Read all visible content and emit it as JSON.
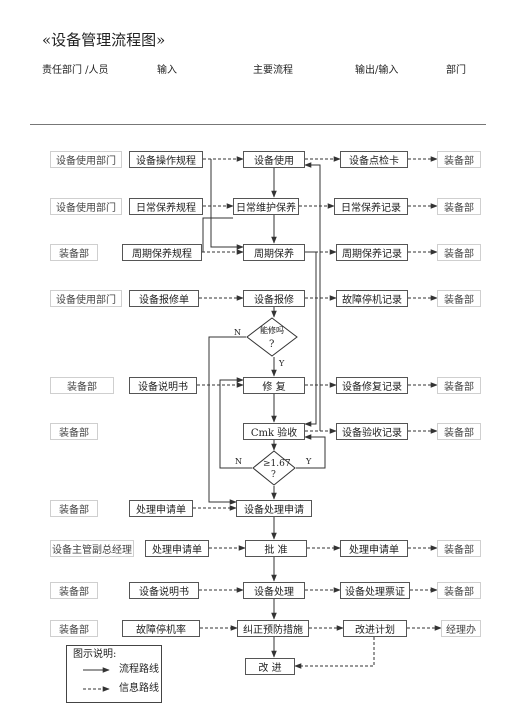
{
  "title": "«设备管理流程图»",
  "headers": {
    "responsible": "责任部门 /人员",
    "input": "输入",
    "main_process": "主要流程",
    "output_input": "输出/输入",
    "department": "部门"
  },
  "rows": [
    {
      "responsible": "设备使用部门",
      "input": "设备操作规程",
      "main": "设备使用",
      "output": "设备点检卡",
      "dept": "装备部"
    },
    {
      "responsible": "设备使用部门",
      "input": "日常保养规程",
      "main": "日常维护保养",
      "output": "日常保养记录",
      "dept": "装备部"
    },
    {
      "responsible": "装备部",
      "input": "周期保养规程",
      "main": "周期保养",
      "output": "周期保养记录",
      "dept": "装备部"
    },
    {
      "responsible": "设备使用部门",
      "input": "设备报修单",
      "main": "设备报修",
      "output": "故障停机记录",
      "dept": "装备部"
    },
    {
      "responsible": "装备部",
      "input": "设备说明书",
      "main": "修    复",
      "output": "设备修复记录",
      "dept": "装备部"
    },
    {
      "responsible": "装备部",
      "input": "",
      "main": "Cmk 验收",
      "output": "设备验收记录",
      "dept": "装备部"
    },
    {
      "responsible": "装备部",
      "input": "处理申请单",
      "main": "设备处理申请",
      "output": "",
      "dept": ""
    },
    {
      "responsible": "设备主管副总经理",
      "input": "处理申请单",
      "main": "批    准",
      "output": "处理申请单",
      "dept": "装备部"
    },
    {
      "responsible": "装备部",
      "input": "设备说明书",
      "main": "设备处理",
      "output": "设备处理票证",
      "dept": "装备部"
    },
    {
      "responsible": "装备部",
      "input": "故障停机率",
      "main": "纠正预防措施",
      "output": "改进计划",
      "dept": "经理办"
    }
  ],
  "final_step": "改    进",
  "decisions": {
    "repair": {
      "line1": "能修吗",
      "line2": "?",
      "yes": "Y",
      "no": "N"
    },
    "cmk": {
      "line1": "≥1.67",
      "line2": "?",
      "yes": "Y",
      "no": "N"
    }
  },
  "legend": {
    "title": "图示说明:",
    "process_route": "流程路线",
    "info_route": "信息路线"
  }
}
